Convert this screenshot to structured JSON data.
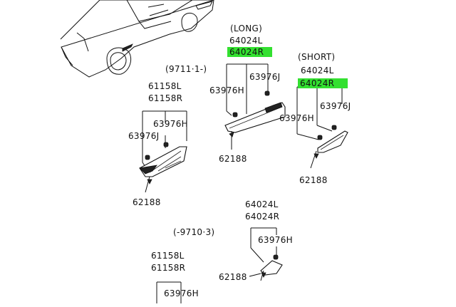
{
  "highlight_color": "#33e030",
  "groups": {
    "long": {
      "label": "(LONG)",
      "part_l": "64024L",
      "part_r": "64024R",
      "part_r_highlighted": true,
      "date_range": "(9711·1-)",
      "clip_a": "63976H",
      "clip_b": "63976J",
      "retainer": "62188"
    },
    "short": {
      "label": "(SHORT)",
      "part_l": "64024L",
      "part_r": "64024R",
      "part_r_highlighted": true,
      "clip_a": "63976H",
      "clip_b": "63976J",
      "retainer": "62188"
    },
    "front_new": {
      "part_l": "61158L",
      "part_r": "61158R",
      "clip_a": "63976H",
      "clip_b": "63976J",
      "retainer": "62188"
    },
    "old_rear": {
      "date_range": "(-9710·3)",
      "part_l": "64024L",
      "part_r": "64024R",
      "clip_a": "63976H",
      "retainer": "62188"
    },
    "front_old": {
      "part_l": "61158L",
      "part_r": "61158R",
      "clip_a": "63976H"
    }
  }
}
